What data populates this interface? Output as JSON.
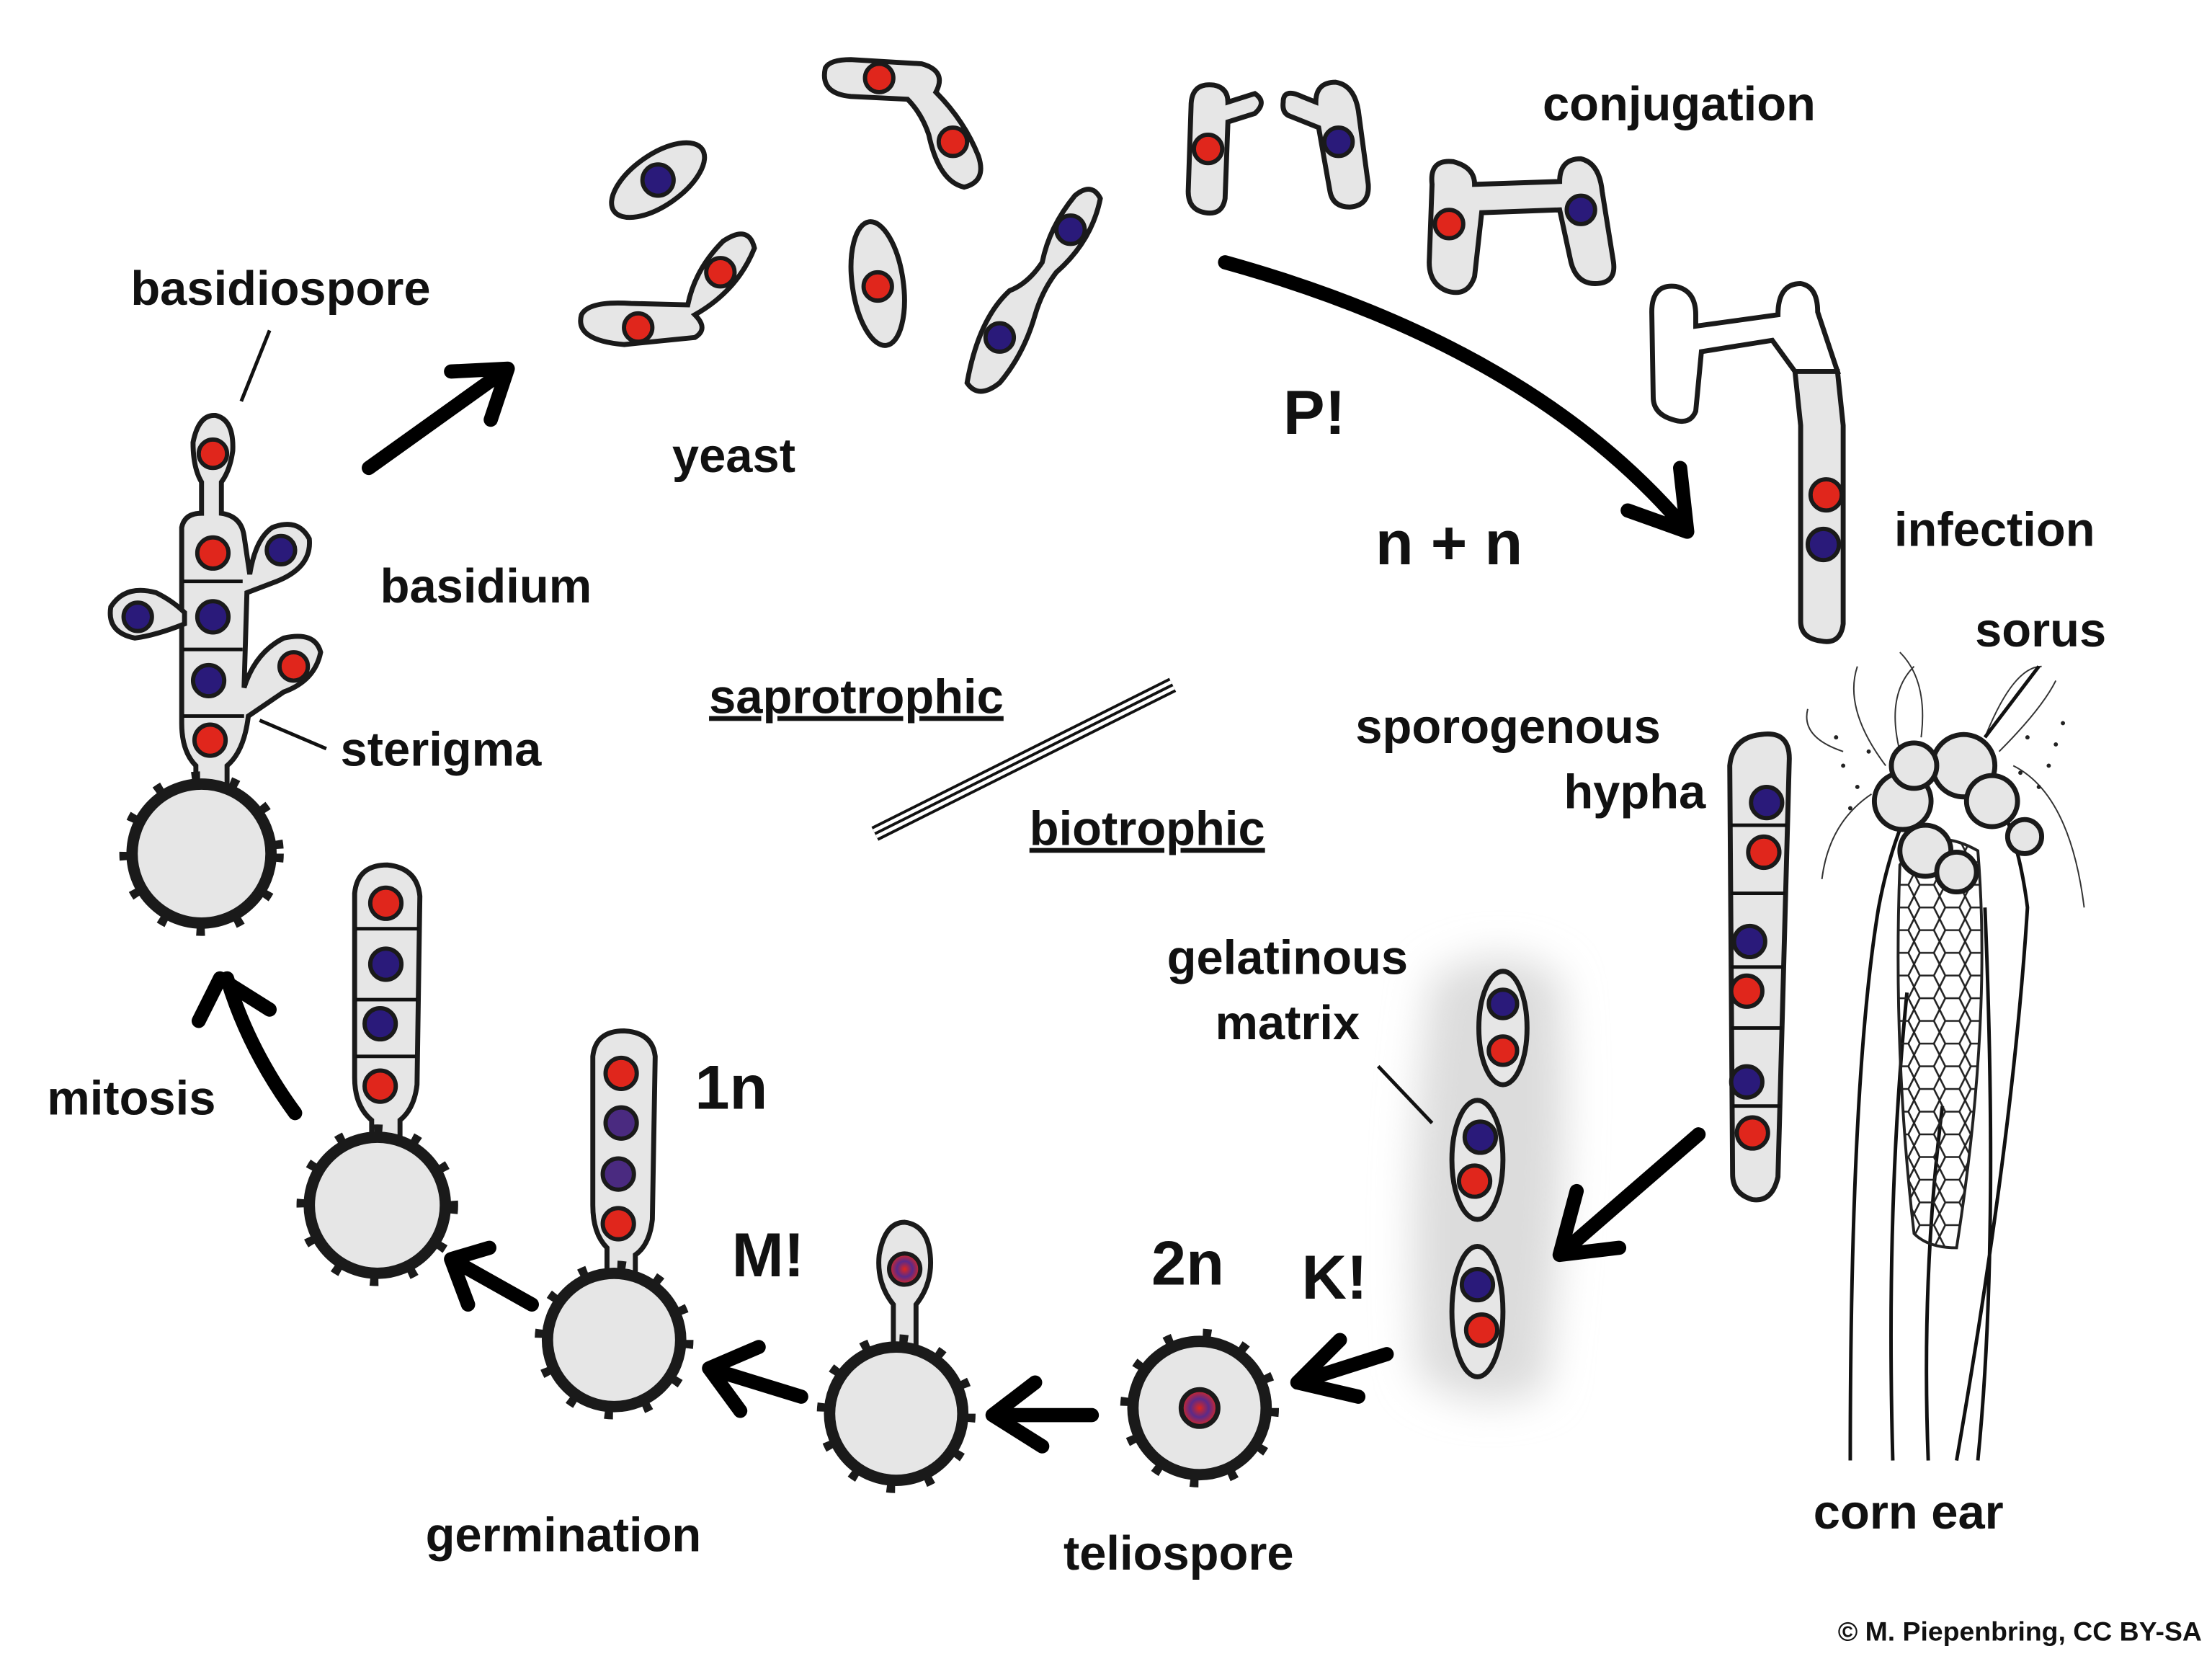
{
  "labels": {
    "conjugation": "conjugation",
    "basidiospore": "basidiospore",
    "yeast": "yeast",
    "p_mark": "P!",
    "n_plus_n": "n + n",
    "infection": "infection",
    "sorus": "sorus",
    "basidium": "basidium",
    "sporogenous": "sporogenous",
    "hypha": "hypha",
    "saprotrophic": "saprotrophic",
    "biotrophic": "biotrophic",
    "sterigma": "sterigma",
    "gelatinous": "gelatinous",
    "matrix": "matrix",
    "one_n": "1n",
    "mitosis": "mitosis",
    "m_mark": "M!",
    "two_n": "2n",
    "k_mark": "K!",
    "corn_ear": "corn ear",
    "germination": "germination",
    "teliospore": "teliospore"
  },
  "copyright": "© M. Piepenbring, CC BY-SA",
  "colors": {
    "nucleus_a": "#e0261c",
    "nucleus_b": "#2a1a7a",
    "cell_fill": "#e6e6e6",
    "outline": "#1a1a1a"
  }
}
